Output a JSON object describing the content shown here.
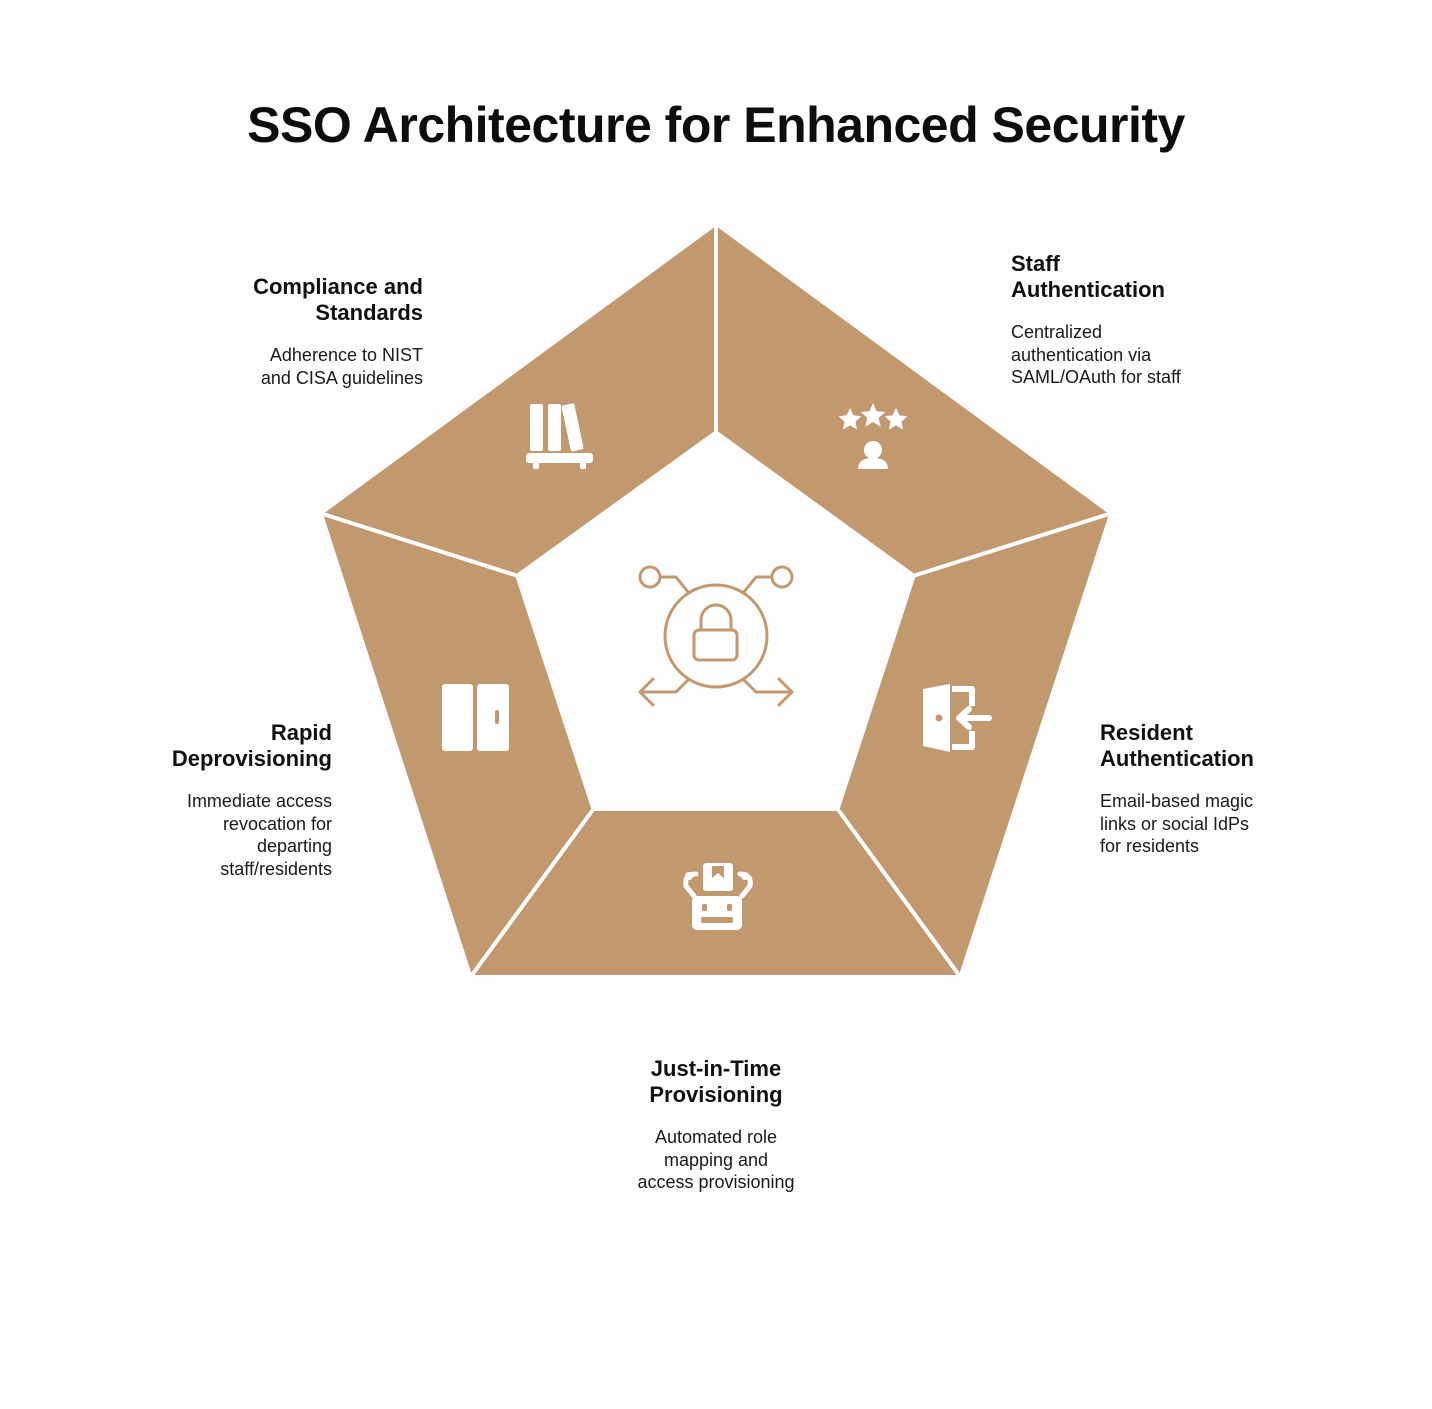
{
  "title": "SSO Architecture for Enhanced Security",
  "colors": {
    "segment": "#c2996e",
    "separator": "#ffffff",
    "hub_icon": "#c2996e",
    "background": "#fdfdfd"
  },
  "center": {
    "icon": "lock-network-icon"
  },
  "segments": [
    {
      "id": "compliance",
      "title": "Compliance and Standards",
      "title_lines": [
        "Compliance and",
        "Standards"
      ],
      "desc_lines": [
        "Adherence to NIST",
        "and CISA guidelines"
      ],
      "icon": "bookshelf-icon"
    },
    {
      "id": "staff",
      "title": "Staff Authentication",
      "title_lines": [
        "Staff",
        "Authentication"
      ],
      "desc_lines": [
        "Centralized",
        "authentication via",
        "SAML/OAuth for staff"
      ],
      "icon": "rated-user-icon"
    },
    {
      "id": "resident",
      "title": "Resident Authentication",
      "title_lines": [
        "Resident",
        "Authentication"
      ],
      "desc_lines": [
        "Email-based magic",
        "links or social IdPs",
        "for residents"
      ],
      "icon": "door-enter-icon"
    },
    {
      "id": "jit",
      "title": "Just-in-Time Provisioning",
      "title_lines": [
        "Just-in-Time",
        "Provisioning"
      ],
      "desc_lines": [
        "Automated role",
        "mapping and",
        "access provisioning"
      ],
      "icon": "robot-icon"
    },
    {
      "id": "deprovision",
      "title": "Rapid Deprovisioning",
      "title_lines": [
        "Rapid",
        "Deprovisioning"
      ],
      "desc_lines": [
        "Immediate access",
        "revocation for",
        "departing",
        "staff/residents"
      ],
      "icon": "closed-door-icon"
    }
  ]
}
